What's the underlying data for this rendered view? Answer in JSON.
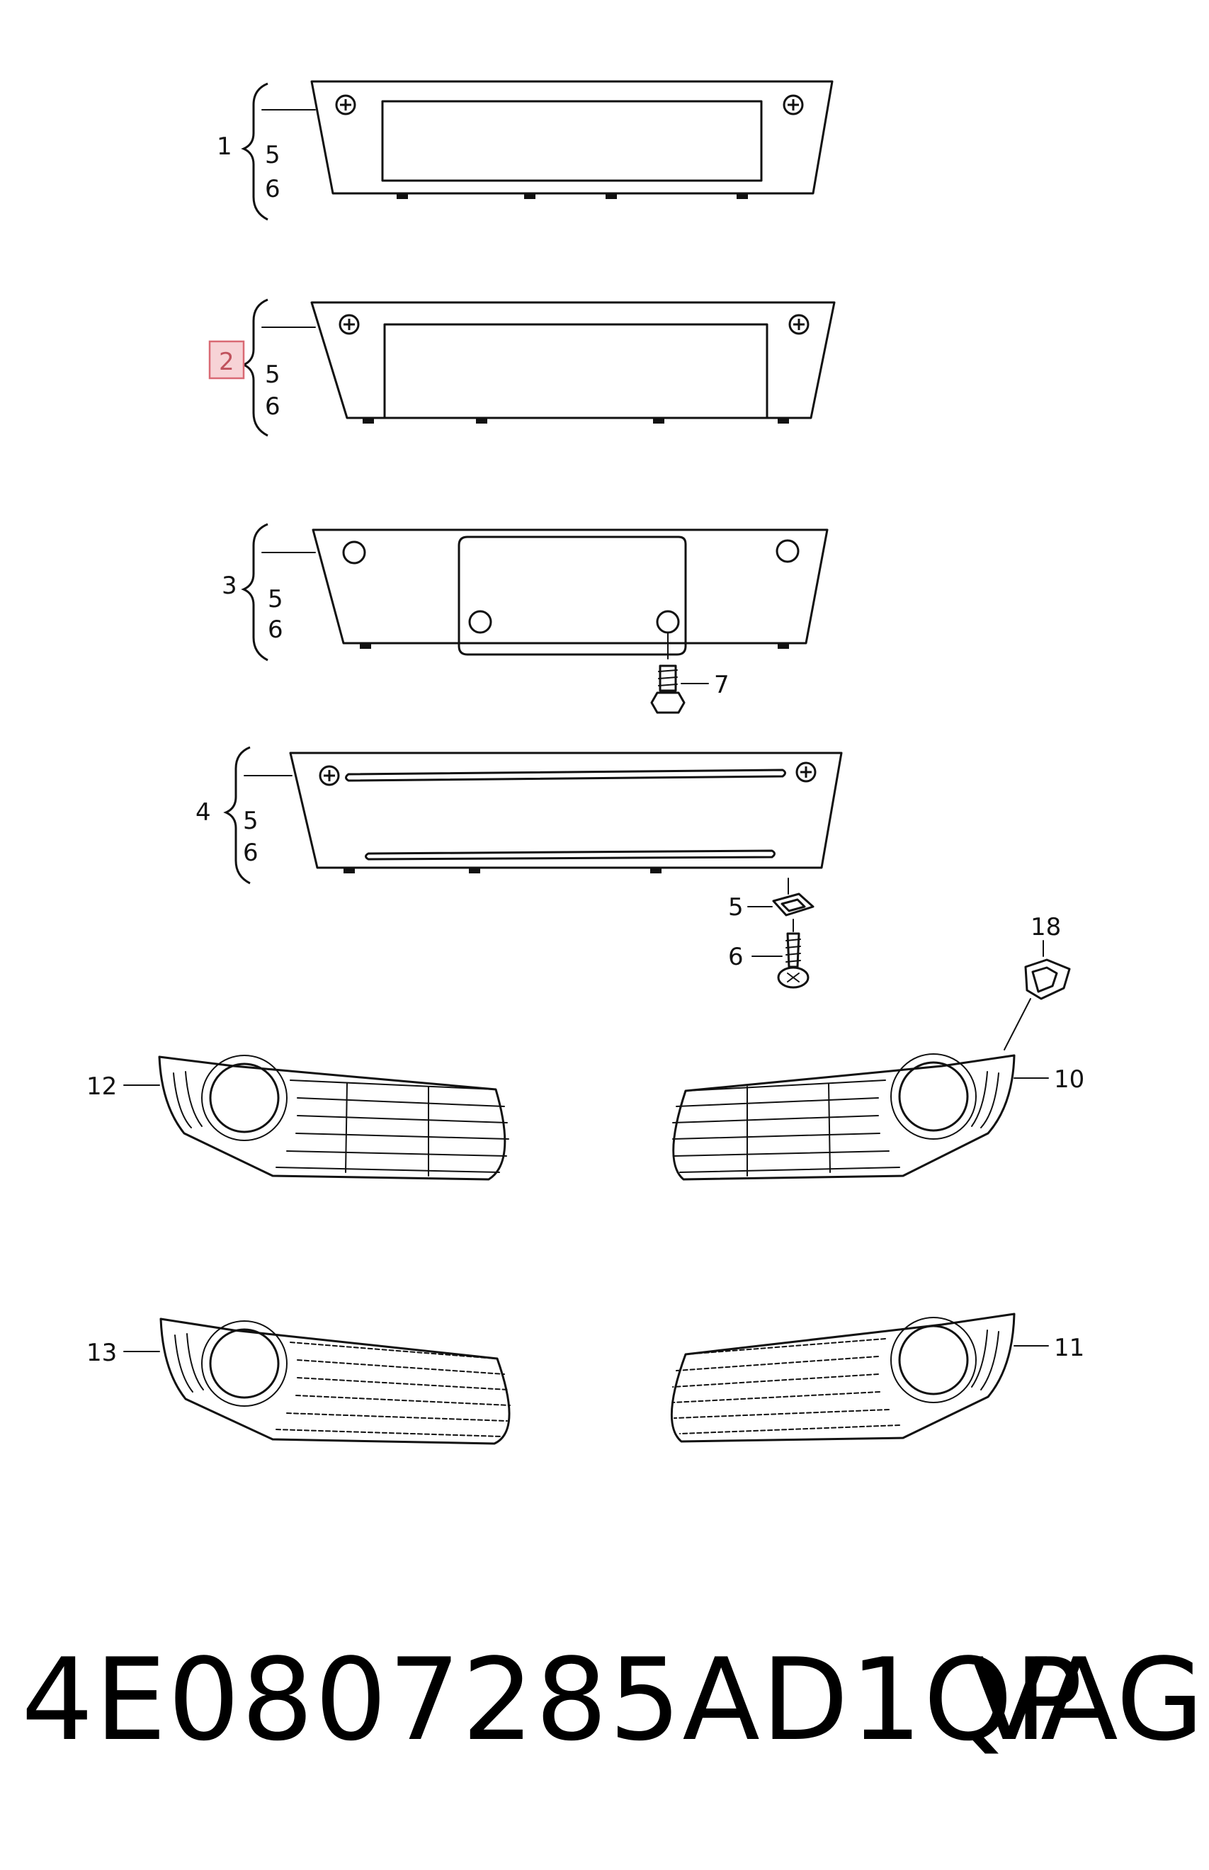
{
  "callouts": {
    "p1": "1",
    "p2": "2",
    "p3": "3",
    "p4": "4",
    "p5": "5",
    "p6": "6",
    "p7": "7",
    "p10": "10",
    "p11": "11",
    "p12": "12",
    "p13": "13",
    "p18": "18"
  },
  "part_number": "4E0807285AD1QP",
  "brand": "VAG",
  "colors": {
    "line": "#111111",
    "highlight_fill": "#f7d3d6",
    "highlight_stroke": "#d96a74"
  }
}
